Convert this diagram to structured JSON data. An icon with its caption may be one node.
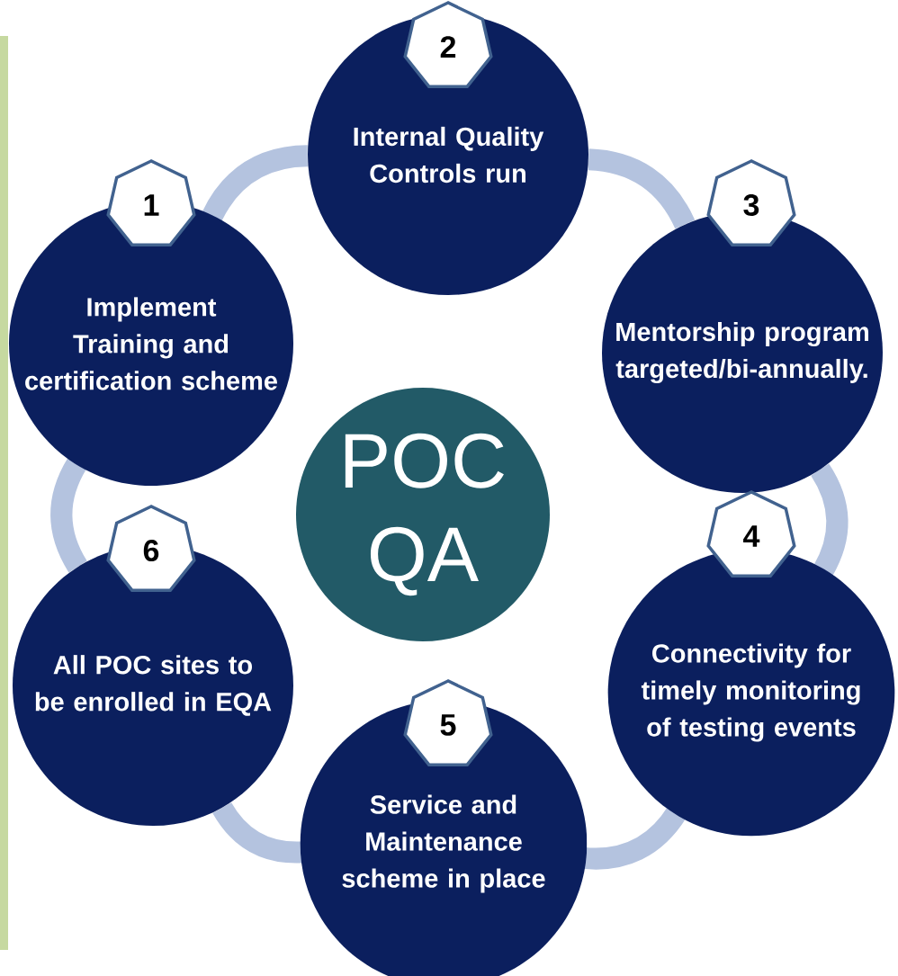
{
  "diagram": {
    "nodes": [
      {
        "text": [
          "2"
        ]
      },
      {
        "text": [
          "Internal Quality Controls run"
        ]
      },
      {
        "text": [
          "1"
        ]
      },
      {
        "text": [
          "Implement Training and certification scheme"
        ]
      },
      {
        "text": [
          "3"
        ]
      },
      {
        "text": [
          "Mentorship program targeted/bi-annually."
        ]
      },
      {
        "text": [
          "POC QA"
        ]
      },
      {
        "text": [
          "6"
        ]
      },
      {
        "text": [
          "4"
        ]
      },
      {
        "text": [
          "All  POC  sites to be enrolled  in EQA"
        ]
      },
      {
        "text": [
          "Connectivity  for timely  monitoring of testing events"
        ]
      },
      {
        "text": [
          "5"
        ]
      },
      {
        "text": [
          "Service and Maintenance scheme in place"
        ]
      }
    ],
    "edges": [
      {
        "from": 3,
        "to": 1,
        "arrow": "none"
      },
      {
        "from": 1,
        "to": 5,
        "arrow": "none"
      },
      {
        "from": 5,
        "to": 10,
        "arrow": "none"
      },
      {
        "from": 10,
        "to": 12,
        "arrow": "none"
      },
      {
        "from": 12,
        "to": 9,
        "arrow": "none"
      },
      {
        "from": 9,
        "to": 3,
        "arrow": "none"
      }
    ]
  }
}
